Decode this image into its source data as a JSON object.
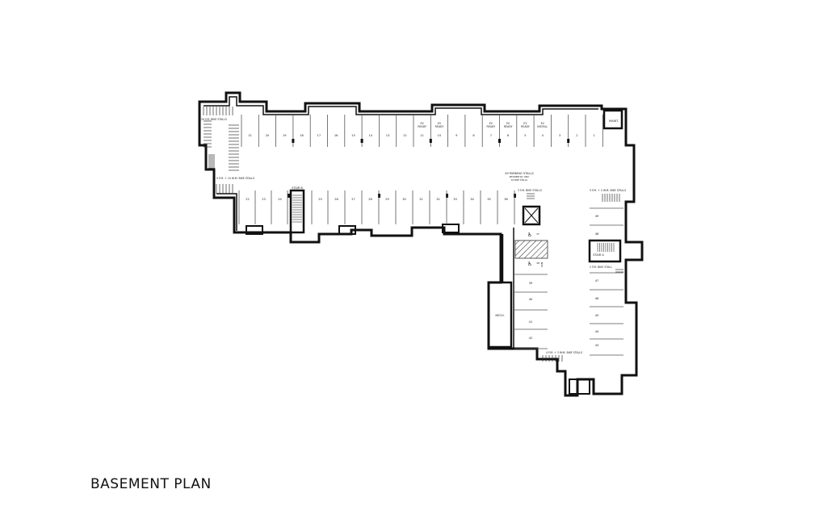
{
  "title": "BASEMENT PLAN",
  "summary": {
    "stalls": "49 PARKING STALLS",
    "line2": "RESIDENTIAL ONLY",
    "line3": "63 BIKE STALLS"
  },
  "rooms": {
    "maint": "MAINT.",
    "mech": "MECH.",
    "stair_a": "STAIR A",
    "stair_b": "STAIR B"
  },
  "bike_labels": {
    "north_west": "29 F.M. BIKE STALLS",
    "west": "5 F.M. + 10 W.M. BIKE STALLS",
    "center": "3 F.M. BIKE STALLS",
    "east": "5 F.M. + 2 W.M. BIKE STALLS",
    "stair": "2 F.M. BIKE STALL",
    "south": "4 F.M. + 3 W.M. BIKE STALLS"
  },
  "colors": {
    "wall": "#111111",
    "line": "#555555",
    "hatch": "#444444"
  },
  "top_row": [
    {
      "num": "21",
      "tag": ""
    },
    {
      "num": "20",
      "tag": ""
    },
    {
      "num": "19",
      "tag": ""
    },
    {
      "num": "18",
      "tag": ""
    },
    {
      "num": "17",
      "tag": ""
    },
    {
      "num": "16",
      "tag": ""
    },
    {
      "num": "15",
      "tag": ""
    },
    {
      "num": "14",
      "tag": ""
    },
    {
      "num": "13",
      "tag": ""
    },
    {
      "num": "12",
      "tag": ""
    },
    {
      "num": "11",
      "tag": "EV READY"
    },
    {
      "num": "10",
      "tag": "EV READY"
    },
    {
      "num": "9",
      "tag": ""
    },
    {
      "num": "8",
      "tag": ""
    },
    {
      "num": "7",
      "tag": "EV READY"
    },
    {
      "num": "6",
      "tag": "EV READY"
    },
    {
      "num": "5",
      "tag": "EV READY"
    },
    {
      "num": "4",
      "tag": "EV INSTALL"
    },
    {
      "num": "3",
      "tag": ""
    },
    {
      "num": "2",
      "tag": ""
    },
    {
      "num": "1",
      "tag": ""
    }
  ],
  "bottom_row": [
    "22",
    "23",
    "24",
    "25",
    "26",
    "27",
    "28",
    "29",
    "30",
    "31",
    "32",
    "33",
    "34",
    "35",
    "36"
  ],
  "wing_left": [
    {
      "num": "37",
      "accessible": true
    },
    {
      "num": "38",
      "accessible": true,
      "tag": "VAN"
    },
    {
      "num": "39",
      "accessible": false
    },
    {
      "num": "40",
      "accessible": false
    },
    {
      "num": "41",
      "accessible": false
    },
    {
      "num": "42",
      "accessible": false
    }
  ],
  "wing_right": [
    "49",
    "48",
    "47",
    "46",
    "45",
    "44",
    "43"
  ],
  "icons": {
    "accessible": "wheelchair-icon",
    "elevator": "elevator-icon"
  }
}
